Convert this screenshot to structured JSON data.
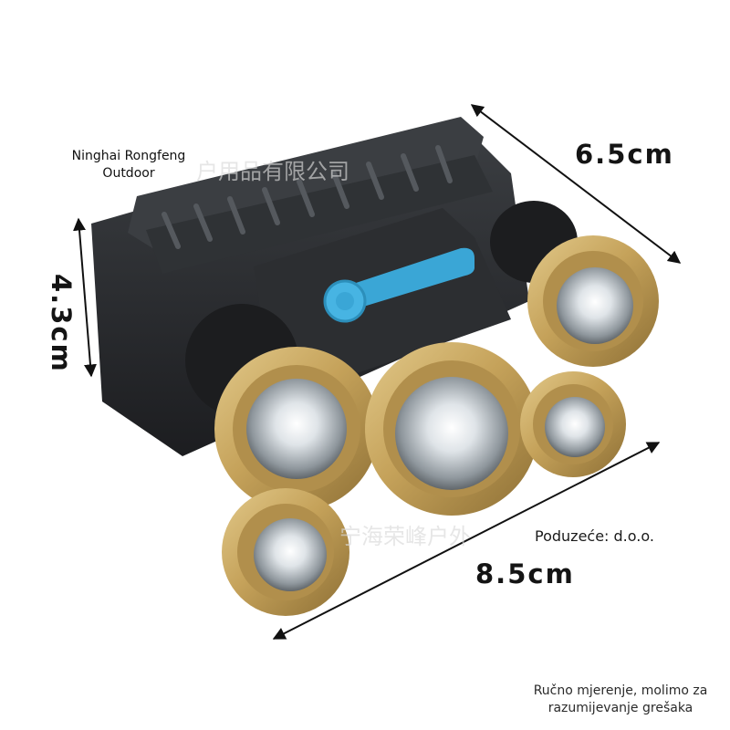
{
  "labels": {
    "company": "Ninghai Rongfeng\nOutdoor",
    "width_dim": "6.5cm",
    "height_dim": "4.3cm",
    "length_dim": "8.5cm",
    "business_type": "Poduzeće: d.o.o.",
    "disclaimer": "Ručno mjerenje, molimo za razumijevanje grešaka"
  },
  "watermark": {
    "top": "户用品有限公司",
    "bottom": "宁海荣峰户外"
  },
  "colors": {
    "housing": "#2a2c2f",
    "bezel_gold": "#c8a65c",
    "usb_cover": "#3aa6d6",
    "arrow": "#111111"
  }
}
